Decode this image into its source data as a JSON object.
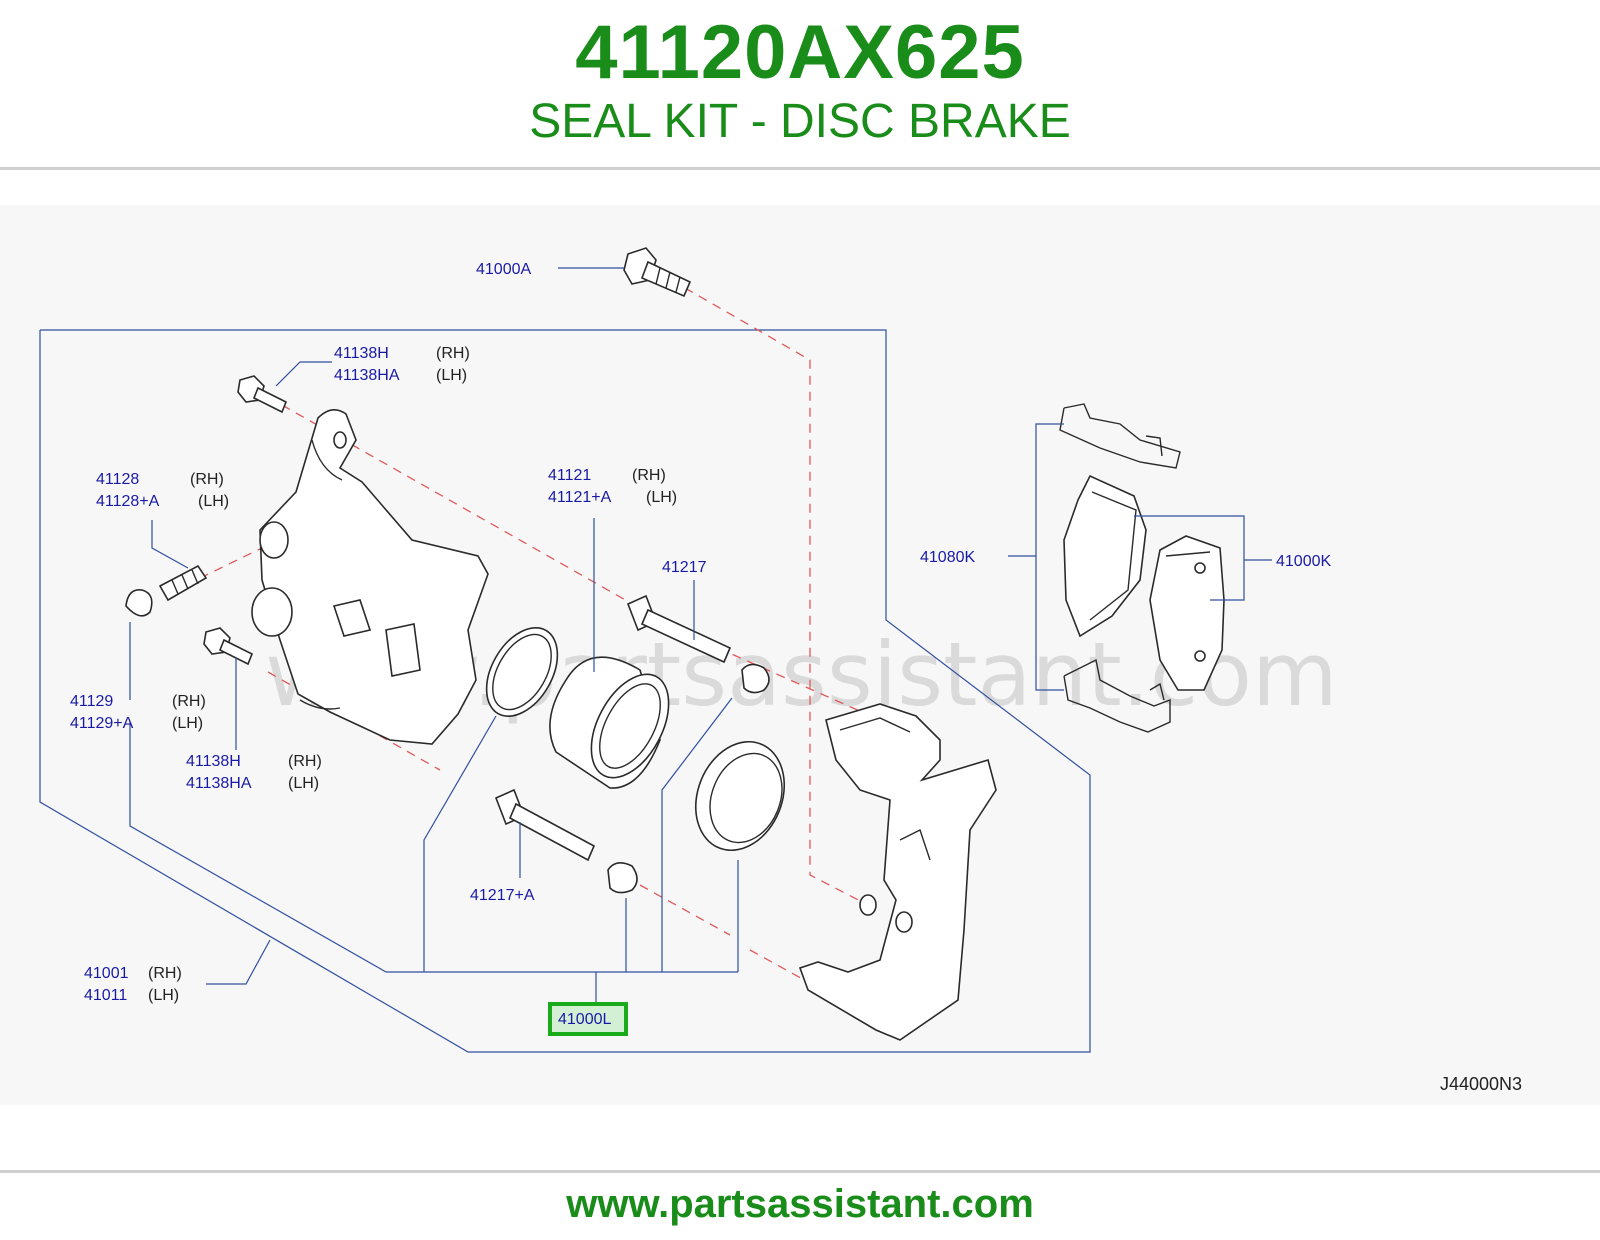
{
  "header": {
    "part_number": "41120AX625",
    "description": "SEAL KIT - DISC BRAKE"
  },
  "diagram": {
    "watermark": "www.partsassistant.com",
    "diagram_code": "J44000N3",
    "highlighted_callout": "41000L",
    "highlight_color": "#1aab1a",
    "label_color": "#1a1aa8",
    "leader_color": "#2f4fa0",
    "dash_color": "#e05a5a",
    "callouts": {
      "c41000A": "41000A",
      "c41138H_top": "41138H",
      "c41138H_top_side": "(RH)",
      "c41138HA_top": "41138HA",
      "c41138HA_top_side": "(LH)",
      "c41128": "41128",
      "c41128_side": "(RH)",
      "c41128A": "41128+A",
      "c41128A_side": "(LH)",
      "c41121": "41121",
      "c41121_side": "(RH)",
      "c41121A": "41121+A",
      "c41121A_side": "(LH)",
      "c41217": "41217",
      "c41080K": "41080K",
      "c41000K": "41000K",
      "c41129": "41129",
      "c41129_side": "(RH)",
      "c41129A": "41129+A",
      "c41129A_side": "(LH)",
      "c41138H_low": "41138H",
      "c41138H_low_side": "(RH)",
      "c41138HA_low": "41138HA",
      "c41138HA_low_side": "(LH)",
      "c41217A": "41217+A",
      "c41001": "41001",
      "c41001_side": "(RH)",
      "c41011": "41011",
      "c41011_side": "(LH)"
    }
  },
  "footer": {
    "url": "www.partsassistant.com"
  }
}
